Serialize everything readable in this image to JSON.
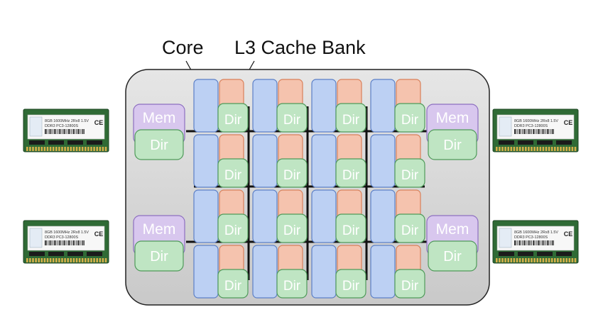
{
  "labels": {
    "core": "Core",
    "l3_cache_bank": "L3 Cache Bank"
  },
  "tile": {
    "dir_label": "Dir"
  },
  "memory_controller": {
    "mem_label": "Mem",
    "dir_label": "Dir"
  },
  "ram_module": {
    "line1": "8GB 1600MHz 2Rx8 1.5V",
    "line2": "DDR3 PC3-12800S",
    "ce_mark": "CE"
  },
  "colors": {
    "chip_fill": "#d9d9d9",
    "core_fill": "#bcd0f3",
    "core_stroke": "#5b7fc7",
    "cache_fill": "#f5c3ae",
    "cache_stroke": "#d9805a",
    "dir_fill": "#bfe5c3",
    "dir_stroke": "#4f9a5a",
    "mem_fill": "#d8c7ee",
    "mem_stroke": "#8d6fc0",
    "pcb_green": "#2f6a35"
  }
}
